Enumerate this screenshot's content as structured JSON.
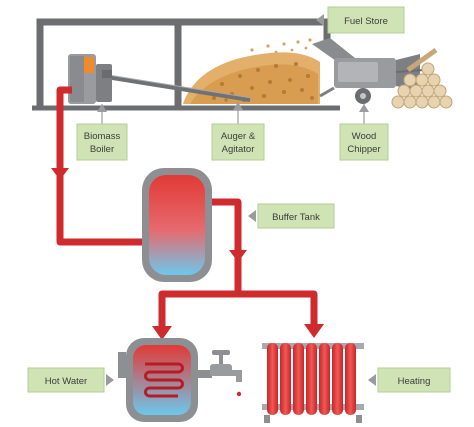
{
  "labels": {
    "fuel_store": "Fuel Store",
    "biomass_boiler_line1": "Biomass",
    "biomass_boiler_line2": "Boiler",
    "auger_line1": "Auger &",
    "auger_line2": "Agitator",
    "wood_chipper_line1": "Wood",
    "wood_chipper_line2": "Chipper",
    "buffer_tank": "Buffer Tank",
    "hot_water": "Hot Water",
    "heating": "Heating"
  },
  "colors": {
    "label_bg": "#cfe3b5",
    "label_border": "#b3cf93",
    "pipe": "#cf2a2e",
    "building": "#6c6d70",
    "wood_chips": "#d8a45c",
    "tank_hot": "#e8403a",
    "tank_cold": "#6cc8ec",
    "metal": "#9a9b9e"
  }
}
